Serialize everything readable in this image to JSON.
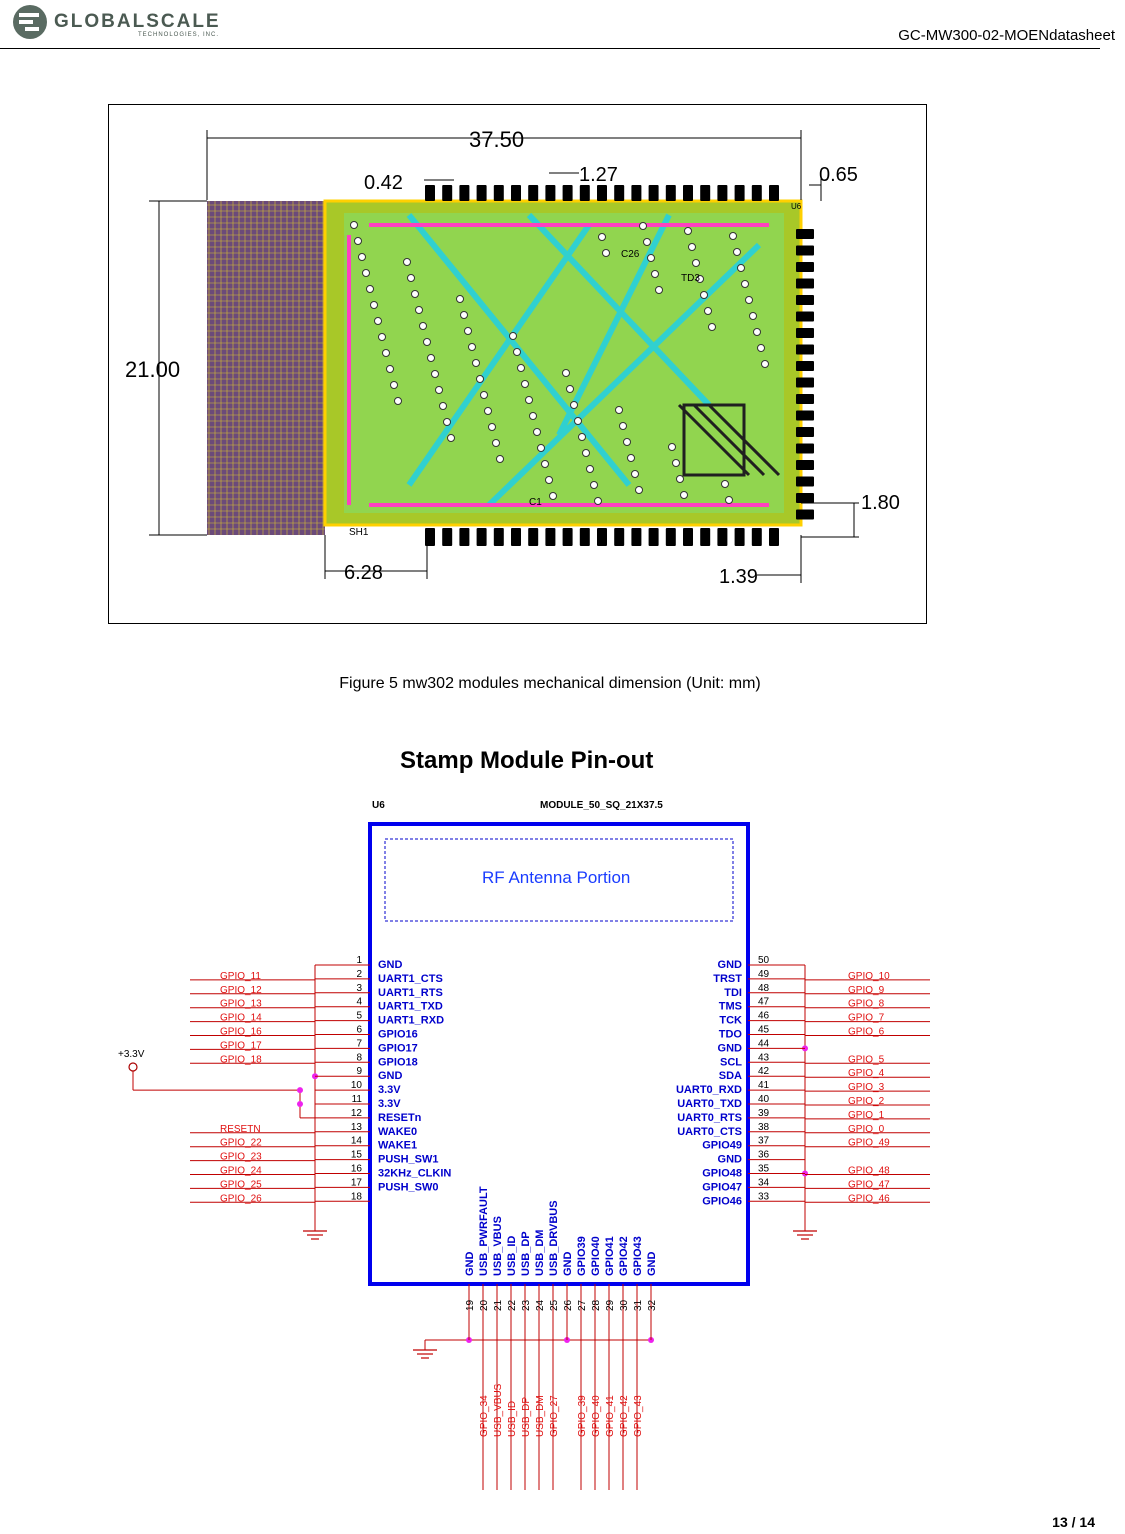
{
  "header": {
    "logo_main": "GLOBALSCALE",
    "logo_sub": "TECHNOLOGIES, INC.",
    "doc_title": "GC-MW300-02-MOENdatasheet"
  },
  "figure5": {
    "dims": {
      "length": "37.50",
      "pad_width": "0.42",
      "pitch": "1.27",
      "edge": "0.65",
      "height": "21.00",
      "bottom_right": "1.80",
      "antenna": "6.28",
      "corner": "1.39"
    },
    "labels": {
      "u6": "U6",
      "sh1": "SH1",
      "c26": "C26",
      "td3": "TD3",
      "c1": "C1"
    },
    "caption": "Figure 5 mw302 modules mechanical dimension (Unit: mm)"
  },
  "pinout": {
    "title": "Stamp Module Pin-out",
    "ref": "U6",
    "package": "MODULE_50_SQ_21X37.5",
    "antenna_label": "RF Antenna Portion",
    "power_label": "+3.3V",
    "left_pins": [
      {
        "num": "1",
        "name": "GND",
        "net": ""
      },
      {
        "num": "2",
        "name": "UART1_CTS",
        "net": "GPIO_11"
      },
      {
        "num": "3",
        "name": "UART1_RTS",
        "net": "GPIO_12"
      },
      {
        "num": "4",
        "name": "UART1_TXD",
        "net": "GPIO_13"
      },
      {
        "num": "5",
        "name": "UART1_RXD",
        "net": "GPIO_14"
      },
      {
        "num": "6",
        "name": "GPIO16",
        "net": "GPIO_16"
      },
      {
        "num": "7",
        "name": "GPIO17",
        "net": "GPIO_17"
      },
      {
        "num": "8",
        "name": "GPIO18",
        "net": "GPIO_18"
      },
      {
        "num": "9",
        "name": "GND",
        "net": ""
      },
      {
        "num": "10",
        "name": "3.3V",
        "net": ""
      },
      {
        "num": "11",
        "name": "3.3V",
        "net": ""
      },
      {
        "num": "12",
        "name": "RESETn",
        "net": ""
      },
      {
        "num": "13",
        "name": "WAKE0",
        "net": "RESETN"
      },
      {
        "num": "14",
        "name": "WAKE1",
        "net": "GPIO_22"
      },
      {
        "num": "15",
        "name": "PUSH_SW1",
        "net": "GPIO_23"
      },
      {
        "num": "16",
        "name": "32KHz_CLKIN",
        "net": "GPIO_24"
      },
      {
        "num": "17",
        "name": "PUSH_SW0",
        "net": "GPIO_25"
      },
      {
        "num": "18",
        "name": "",
        "net": "GPIO_26"
      }
    ],
    "right_pins": [
      {
        "num": "50",
        "name": "GND",
        "net": ""
      },
      {
        "num": "49",
        "name": "TRST",
        "net": "GPIO_10"
      },
      {
        "num": "48",
        "name": "TDI",
        "net": "GPIO_9"
      },
      {
        "num": "47",
        "name": "TMS",
        "net": "GPIO_8"
      },
      {
        "num": "46",
        "name": "TCK",
        "net": "GPIO_7"
      },
      {
        "num": "45",
        "name": "TDO",
        "net": "GPIO_6"
      },
      {
        "num": "44",
        "name": "GND",
        "net": ""
      },
      {
        "num": "43",
        "name": "SCL",
        "net": "GPIO_5"
      },
      {
        "num": "42",
        "name": "SDA",
        "net": "GPIO_4"
      },
      {
        "num": "41",
        "name": "UART0_RXD",
        "net": "GPIO_3"
      },
      {
        "num": "40",
        "name": "UART0_TXD",
        "net": "GPIO_2"
      },
      {
        "num": "39",
        "name": "UART0_RTS",
        "net": "GPIO_1"
      },
      {
        "num": "38",
        "name": "UART0_CTS",
        "net": "GPIO_0"
      },
      {
        "num": "37",
        "name": "GPIO49",
        "net": "GPIO_49"
      },
      {
        "num": "36",
        "name": "GND",
        "net": ""
      },
      {
        "num": "35",
        "name": "GPIO48",
        "net": "GPIO_48"
      },
      {
        "num": "34",
        "name": "GPIO47",
        "net": "GPIO_47"
      },
      {
        "num": "33",
        "name": "GPIO46",
        "net": "GPIO_46"
      }
    ],
    "bottom_pins": [
      {
        "num": "19",
        "name": "GND",
        "net": ""
      },
      {
        "num": "20",
        "name": "USB_PWRFAULT",
        "net": "GPIO_34"
      },
      {
        "num": "21",
        "name": "USB_VBUS",
        "net": "USB_VBUS"
      },
      {
        "num": "22",
        "name": "USB_ID",
        "net": "USB_ID"
      },
      {
        "num": "23",
        "name": "USB_DP",
        "net": "USB_DP"
      },
      {
        "num": "24",
        "name": "USB_DM",
        "net": "USB_DM"
      },
      {
        "num": "25",
        "name": "USB_DRVBUS",
        "net": "GPIO_27"
      },
      {
        "num": "26",
        "name": "GND",
        "net": ""
      },
      {
        "num": "27",
        "name": "GPIO39",
        "net": "GPIO_39"
      },
      {
        "num": "28",
        "name": "GPIO40",
        "net": "GPIO_40"
      },
      {
        "num": "29",
        "name": "GPIO41",
        "net": "GPIO_41"
      },
      {
        "num": "30",
        "name": "GPIO42",
        "net": "GPIO_42"
      },
      {
        "num": "31",
        "name": "GPIO43",
        "net": "GPIO_43"
      },
      {
        "num": "32",
        "name": "GND",
        "net": ""
      }
    ]
  },
  "footer": {
    "page_number": "13 / 14"
  }
}
